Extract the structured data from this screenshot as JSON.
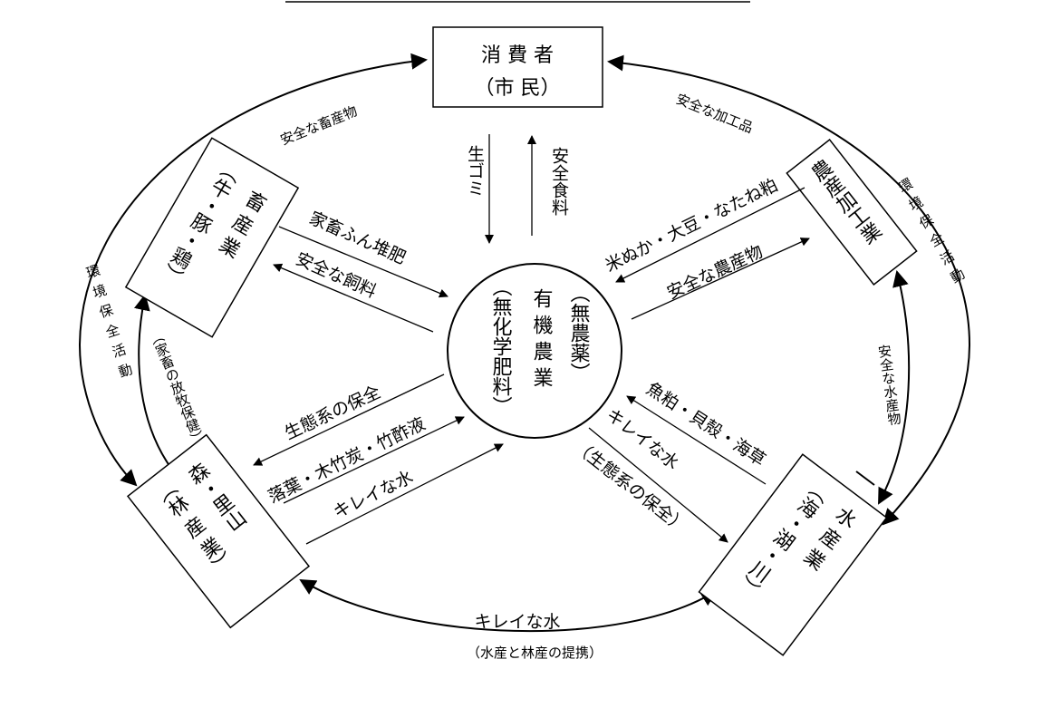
{
  "nodes": {
    "consumer": {
      "line1": "消 費 者",
      "line2": "（市 民）"
    },
    "livestock": {
      "col1": "畜 産 業",
      "col2": "（牛・豚・鶏）"
    },
    "processing": {
      "label": "農産加工業"
    },
    "forest": {
      "col1": "森・里山",
      "col2": "（林 産 業）"
    },
    "water": {
      "col1": "水 産 業",
      "col2": "（海・湖・川）"
    },
    "center": {
      "col1": "（無農薬）",
      "col2": "有 機 農 業",
      "col3": "（無化学肥料）"
    }
  },
  "flows": {
    "garbage": "生ゴミ",
    "safe_food": "安全食料",
    "manure": "家畜ふん堆肥",
    "safe_feed": "安全な飼料",
    "rice_bran": "米ぬか・大豆・なたね粕",
    "safe_produce": "安全な農産物",
    "ecosystem": "生態系の保全",
    "leaves": "落葉・木竹炭・竹酢液",
    "clean_water_forest": "キレイな水",
    "fish": "魚粕・貝殻・海草",
    "clean_water_sea": "キレイな水",
    "ecosystem_sea": "（生態系の保全）",
    "safe_livestock": "安全な畜産物",
    "safe_processed": "安全な加工品",
    "safe_seafood": "安全な水産物",
    "grazing": "（家畜の放牧保健）",
    "clean_water_bottom": "キレイな水",
    "collab": "（水産と林産の提携）",
    "env_left": "環境保全活動",
    "env_right": "環境保全活動"
  }
}
